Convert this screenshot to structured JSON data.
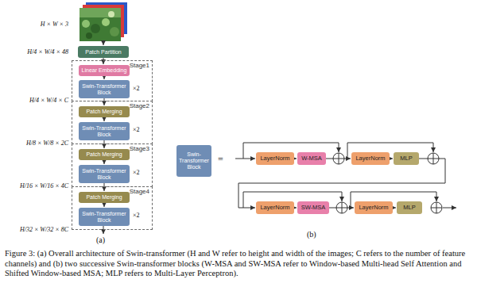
{
  "diagram": {
    "caption": "Figure 3: (a) Overall architecture of Swin-transformer (H and W refer to height and width of the images; C refers to the number of feature channels) and (b) two successive Swin-transformer blocks (W-MSA and SW-MSA refer to Window-based Multi-head Self Attention and Shifted Window-based MSA; MLP refers to Multi-Layer Perceptron).",
    "nodes": [
      {
        "text": [
          "Patch Partition"
        ]
      },
      {
        "text": [
          "Stage1"
        ]
      },
      {
        "text": [
          "Linear Embedding"
        ],
        "in": 1
      },
      {
        "text": [
          "Swin-Transformer Block"
        ],
        "in": 1
      },
      {
        "text": [
          "Stage2"
        ]
      },
      {
        "text": [
          "Patch Merging"
        ],
        "in": 4
      },
      {
        "text": [
          "Swin-Transformer Block"
        ],
        "in": 4
      },
      {
        "text": [
          "Stage3"
        ]
      },
      {
        "text": [
          "Patch Merging"
        ],
        "in": 7
      },
      {
        "text": [
          "Swin-Transformer Block"
        ],
        "in": 7
      },
      {
        "text": [
          "Stage4"
        ]
      },
      {
        "text": [
          "Patch Merging"
        ],
        "in": 10
      },
      {
        "text": [
          "Swin-Transformer Block"
        ],
        "in": 10
      },
      {
        "text": [
          "Swin-Transformer Block"
        ]
      },
      {
        "text": [
          "LayerNorm"
        ]
      },
      {
        "text": [
          "W-MSA"
        ]
      },
      {
        "text": [
          "LayerNorm"
        ]
      },
      {
        "text": [
          "MLP"
        ]
      },
      {
        "text": [
          "LayerNorm"
        ]
      },
      {
        "text": [
          "SW-MSA"
        ]
      },
      {
        "text": [
          "LayerNorm"
        ]
      },
      {
        "text": [
          "MLP"
        ]
      }
    ],
    "edges": [
      {
        "from": 0,
        "to": 2,
        "arrow": "to"
      },
      {
        "from": 2,
        "to": 3,
        "arrow": "to"
      },
      {
        "from": 3,
        "to": 5,
        "arrow": "to"
      },
      {
        "from": 5,
        "to": 6,
        "arrow": "to"
      },
      {
        "from": 6,
        "to": 8,
        "arrow": "to"
      },
      {
        "from": 8,
        "to": 9,
        "arrow": "to"
      },
      {
        "from": 9,
        "to": 11,
        "arrow": "to"
      },
      {
        "from": 11,
        "to": 12,
        "arrow": "to"
      },
      {
        "from": 14,
        "to": 15,
        "arrow": "to"
      },
      {
        "from": 15,
        "to": 16,
        "arrow": "to"
      },
      {
        "from": 16,
        "to": 17,
        "arrow": "to"
      },
      {
        "from": 17,
        "to": 18,
        "arrow": "to"
      },
      {
        "from": 18,
        "to": 19,
        "arrow": "to"
      },
      {
        "from": 19,
        "to": 20,
        "arrow": "to"
      },
      {
        "from": 20,
        "to": 21,
        "arrow": "to"
      }
    ],
    "labels": [
      "H × W × 3",
      "H/4 × W/4 × 48",
      "H/4 × W/4 × C",
      "H/8 × W/8 × 2C",
      "H/16 × W/16 × 4C",
      "H/32 × W/32 × 8C",
      "×2",
      "×2",
      "×2",
      "×2",
      "(a)",
      "=",
      "(b)"
    ]
  }
}
